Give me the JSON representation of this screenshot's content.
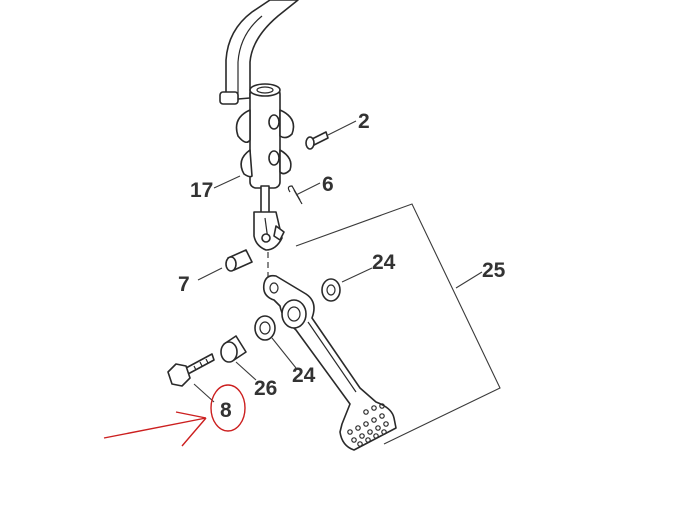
{
  "callouts": {
    "c2": "2",
    "c6": "6",
    "c17": "17",
    "c7": "7",
    "c24a": "24",
    "c25": "25",
    "c24b": "24",
    "c26": "26",
    "c8": "8"
  },
  "colors": {
    "line": "#2a2a2a",
    "callout_text": "#333333",
    "highlight": "#cc1f1f"
  }
}
